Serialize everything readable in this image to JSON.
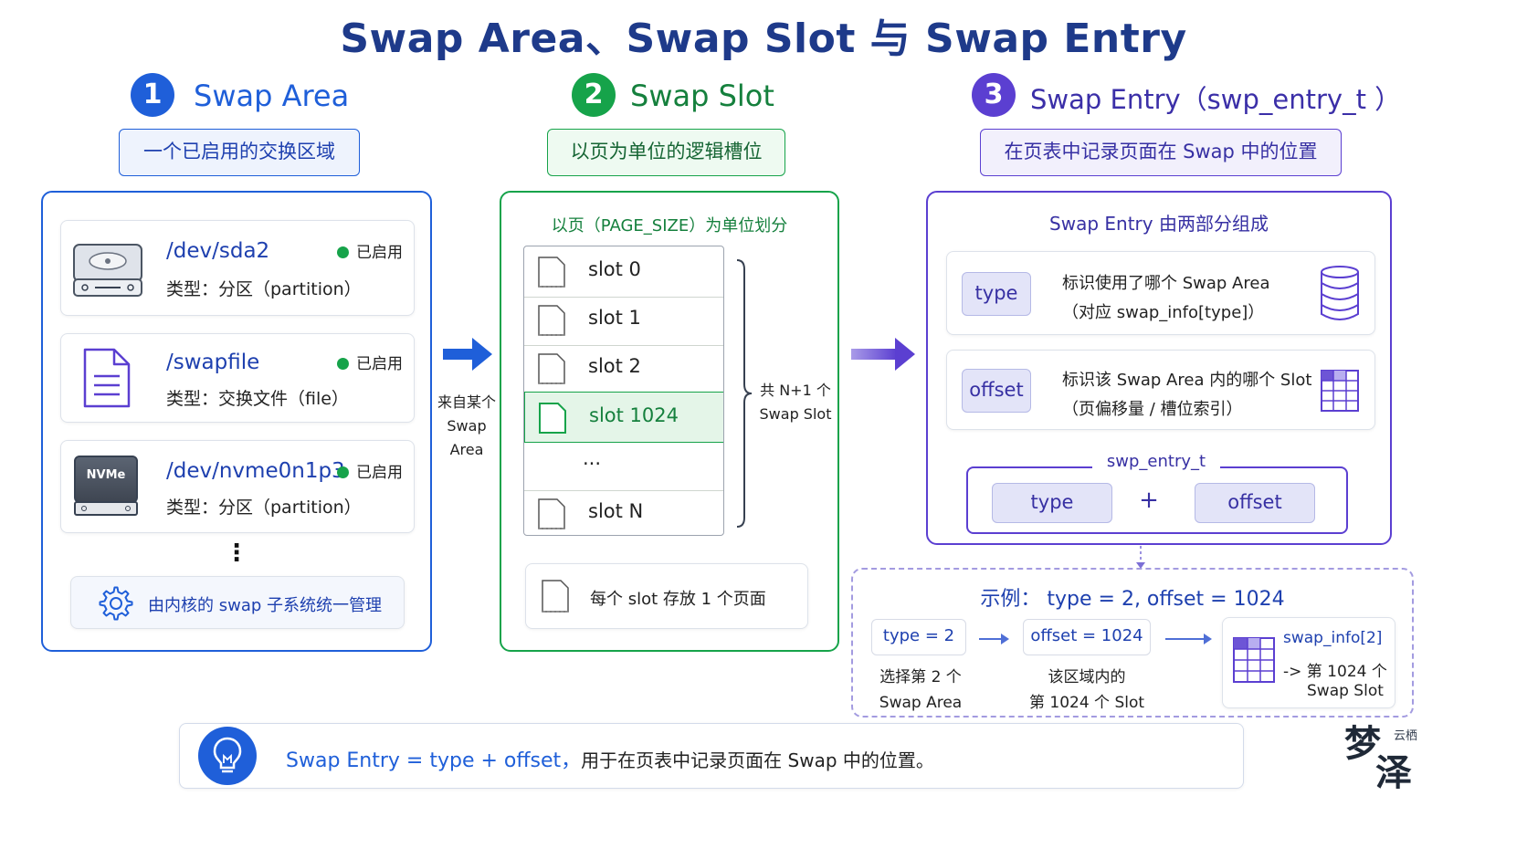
{
  "title": "Swap Area、Swap Slot 与 Swap Entry",
  "colors": {
    "blue": "#1f5fd9",
    "green": "#16a34a",
    "purple": "#5b3fd1",
    "navy": "#1e3a8a"
  },
  "sections": [
    {
      "num": "1",
      "title": "Swap Area",
      "subtitle": "一个已启用的交换区域"
    },
    {
      "num": "2",
      "title": "Swap Slot",
      "subtitle": "以页为单位的逻辑槽位"
    },
    {
      "num": "3",
      "title": "Swap Entry（swp_entry_t ）",
      "subtitle": "在页表中记录页面在 Swap 中的位置"
    }
  ],
  "swap_area": {
    "devices": [
      {
        "icon": "hard-drive-icon",
        "name": "/dev/sda2",
        "status": "已启用",
        "type": "类型：分区（partition）"
      },
      {
        "icon": "file-icon",
        "name": "/swapfile",
        "status": "已启用",
        "type": "类型：交换文件（file）"
      },
      {
        "icon": "nvme-drive-icon",
        "icon_label": "NVMe",
        "name": "/dev/nvme0n1p3",
        "status": "已启用",
        "type": "类型：分区（partition）"
      }
    ],
    "more": "⋮",
    "footer": "由内核的 swap 子系统统一管理"
  },
  "arrow1_label": [
    "来自某个",
    "Swap Area"
  ],
  "swap_slot": {
    "header": "以页（PAGE_SIZE）为单位划分",
    "slots": [
      "slot 0",
      "slot 1",
      "slot 2",
      "slot 1024",
      "...",
      "slot N"
    ],
    "brace_label": [
      "共 N+1 个",
      "Swap Slot"
    ],
    "footer": "每个 slot 存放 1 个页面"
  },
  "swap_entry": {
    "header": "Swap Entry 由两部分组成",
    "parts": [
      {
        "tag": "type",
        "line1": "标识使用了哪个 Swap Area",
        "line2": "（对应 swap_info[type]）",
        "icon": "database-icon"
      },
      {
        "tag": "offset",
        "line1": "标识该 Swap Area 内的哪个 Slot",
        "line2": "（页偏移量 / 槽位索引）",
        "icon": "grid-icon"
      }
    ],
    "struct_name": "swp_entry_t",
    "struct_fields": [
      "type",
      "+",
      "offset"
    ]
  },
  "example": {
    "title": "示例：  type = 2, offset = 1024",
    "step1_box": "type = 2",
    "step1_caption": [
      "选择第 2 个",
      "Swap Area"
    ],
    "step2_box": "offset = 1024",
    "step2_caption": [
      "该区域内的",
      "第 1024 个 Slot"
    ],
    "result": [
      "swap_info[2]",
      "-> 第 1024 个",
      "Swap Slot"
    ]
  },
  "summary": {
    "highlight": "Swap Entry = type + offset，",
    "text": "用于在页表中记录页面在 Swap 中的位置。"
  },
  "watermark": "梦泽 云栖"
}
